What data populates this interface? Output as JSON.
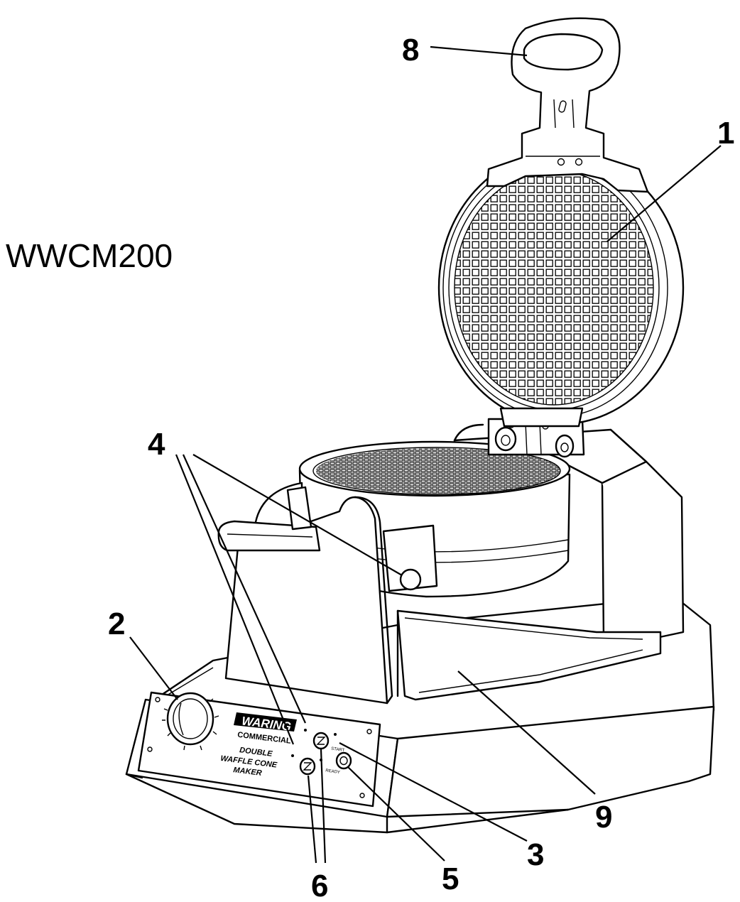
{
  "model_label": "WWCM200",
  "callouts": {
    "c1": "1",
    "c2": "2",
    "c3": "3",
    "c4": "4",
    "c5": "5",
    "c6": "6",
    "c8": "8",
    "c9": "9"
  },
  "panel": {
    "brand": "WARING",
    "brand_sub": "COMMERCIAL",
    "line1": "DOUBLE",
    "line2": "WAFFLE CONE",
    "line3": "MAKER",
    "start_label": "START",
    "ready_label": "READY"
  }
}
